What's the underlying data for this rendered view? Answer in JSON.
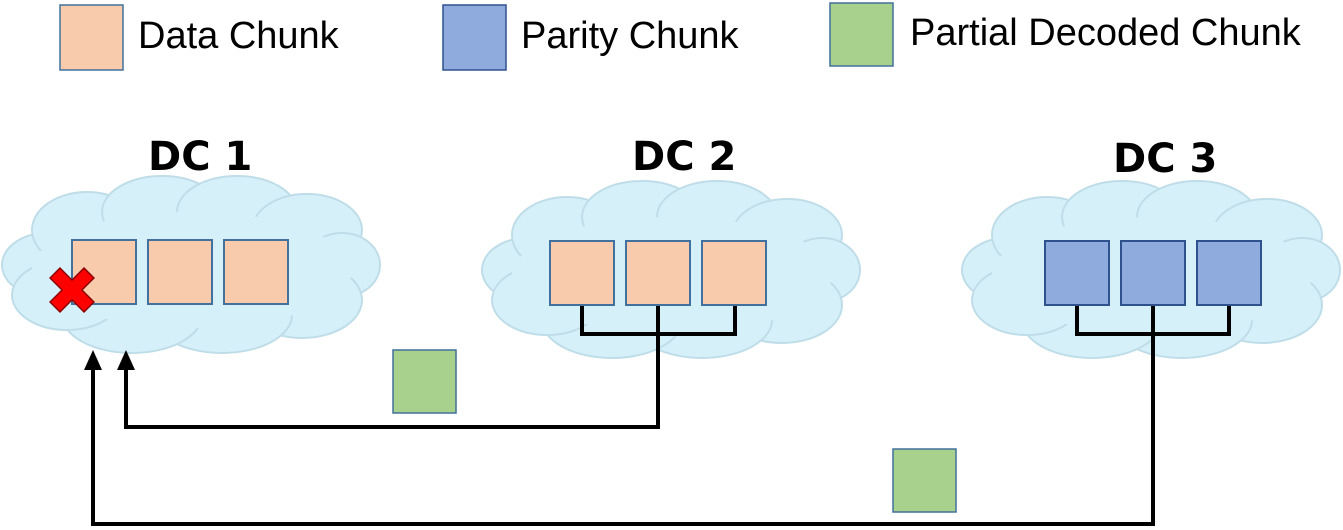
{
  "legend": {
    "items": [
      {
        "label": "Data Chunk",
        "color": "#f8cbad",
        "border": "#41719c"
      },
      {
        "label": "Parity Chunk",
        "color": "#8faadc",
        "border": "#2f528f"
      },
      {
        "label": "Partial Decoded Chunk",
        "color": "#a9d18e",
        "border": "#41719c"
      }
    ]
  },
  "datacenters": [
    {
      "label": "DC 1",
      "chunk_type": "data",
      "chunk_count": 3,
      "failed_chunk": 1
    },
    {
      "label": "DC 2",
      "chunk_type": "data",
      "chunk_count": 3
    },
    {
      "label": "DC 3",
      "chunk_type": "parity",
      "chunk_count": 3
    }
  ],
  "colors": {
    "cloud_fill": "#d6f0fa",
    "cloud_stroke": "#bfdde8",
    "data_chunk": "#f8cbad",
    "parity_chunk": "#8faadc",
    "partial_chunk": "#a9d18e",
    "chunk_border": "#41719c",
    "failure_mark": "#ff0000",
    "arrow": "#000000"
  },
  "icons": {
    "failure": "red-x-icon"
  }
}
